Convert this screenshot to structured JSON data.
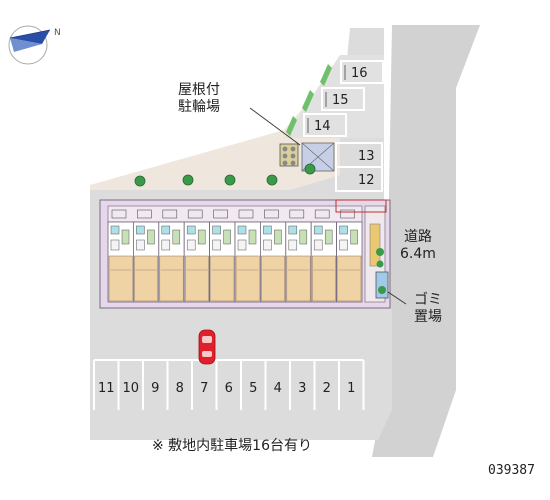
{
  "map": {
    "labels": {
      "bicycle_parking_line1": "屋根付",
      "bicycle_parking_line2": "駐輪場",
      "road_line1": "道路",
      "road_line2": "6.4m",
      "garbage_line1": "ゴミ",
      "garbage_line2": "置場",
      "footnote": "※ 敷地内駐車場16台有り",
      "property_id": "039387"
    },
    "parking_spaces": {
      "bottom_row": [
        "11",
        "10",
        "9",
        "8",
        "7",
        "6",
        "5",
        "4",
        "3",
        "2",
        "1"
      ],
      "right_group": [
        "13",
        "12"
      ],
      "diagonal_group": [
        "16",
        "15",
        "14"
      ]
    },
    "colors": {
      "road": "#d2d2d2",
      "lot": "#dcdcdc",
      "garden": "#efe7de",
      "building_wall": "#e5d8ea",
      "unit_room": "#efd3a5",
      "compass": "#2a4ea8",
      "car": "#e0202a",
      "tree": "#3a9a4a"
    },
    "compass": {
      "north_label": "N"
    }
  }
}
